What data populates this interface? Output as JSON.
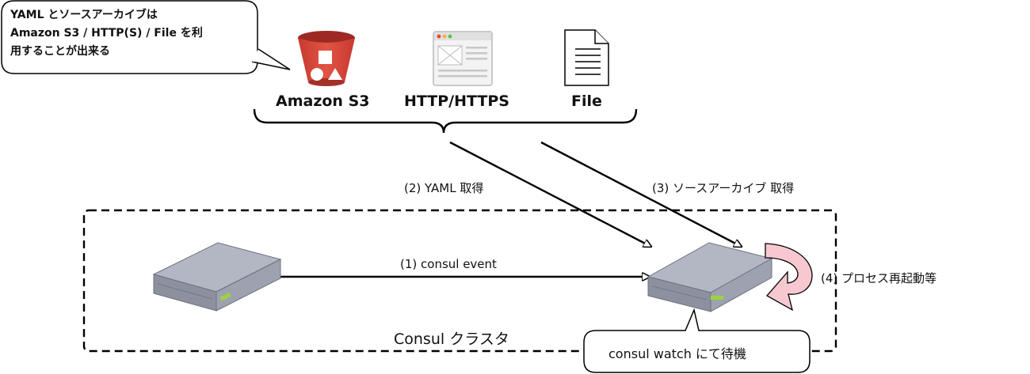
{
  "callout": {
    "line1": "YAML とソースアーカイブは",
    "line2": "Amazon S3 / HTTP(S) / File を利",
    "line3": "用することが出来る"
  },
  "sources": {
    "s3": "Amazon S3",
    "http": "HTTP/HTTPS",
    "file": "File"
  },
  "edges": {
    "yaml": "(2) YAML 取得",
    "archive": "(3) ソースアーカイブ 取得",
    "event": "(1) consul event",
    "restart": "(4) プロセス再起動等"
  },
  "cluster": {
    "label": "Consul クラスタ",
    "watch": "consul watch にて待機"
  },
  "colors": {
    "s3_red": "#e25444",
    "server_body": "#8a8e9c",
    "server_top": "#b2b6c3",
    "led_green": "#9cd43a",
    "restart_arrow": "#f8c8d0"
  }
}
